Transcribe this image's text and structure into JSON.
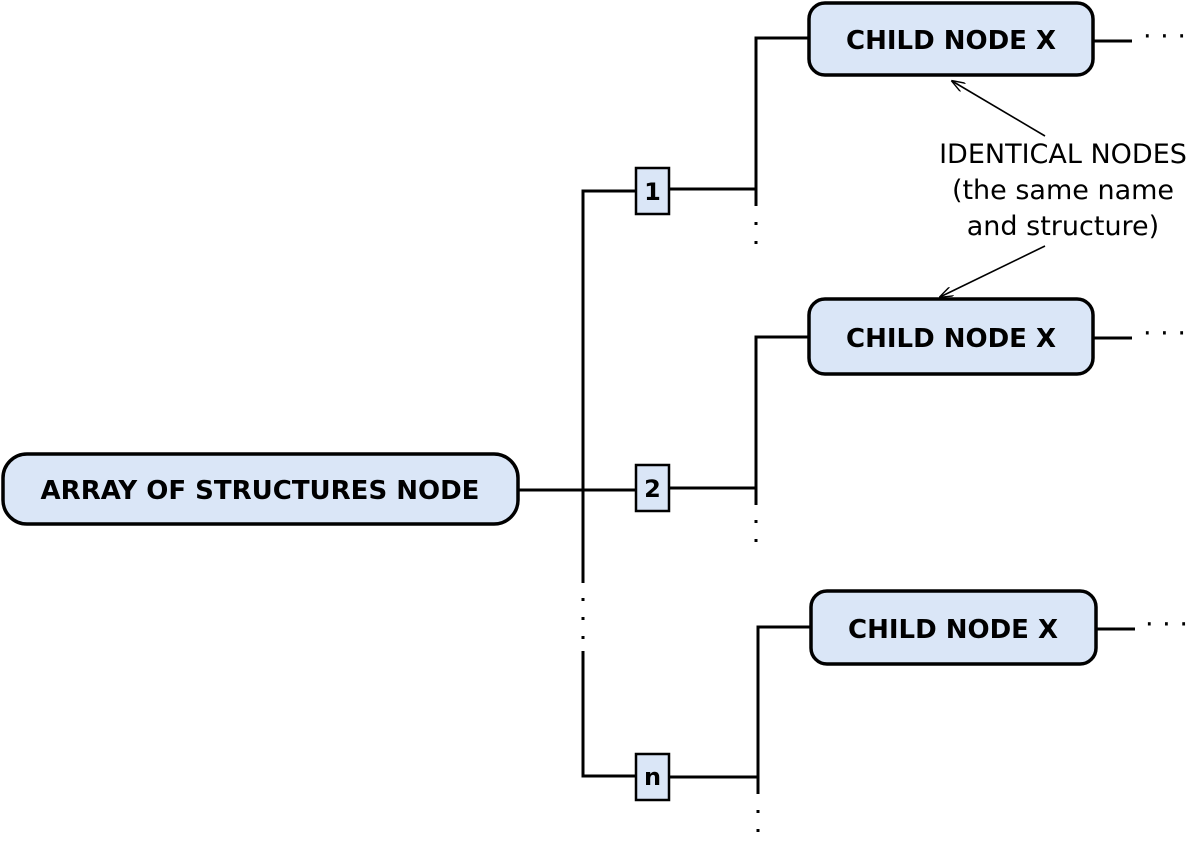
{
  "root": {
    "label": "ARRAY OF STRUCTURES NODE"
  },
  "indices": [
    "1",
    "2",
    "n"
  ],
  "children": [
    {
      "label": "CHILD NODE X"
    },
    {
      "label": "CHILD NODE X"
    },
    {
      "label": "CHILD NODE X"
    }
  ],
  "continuation": "· · ·",
  "annotation": {
    "lines": [
      "IDENTICAL NODES",
      "(the same name",
      "and structure)"
    ]
  },
  "colors": {
    "node_fill": "#dae6f7",
    "stroke": "#000000"
  }
}
